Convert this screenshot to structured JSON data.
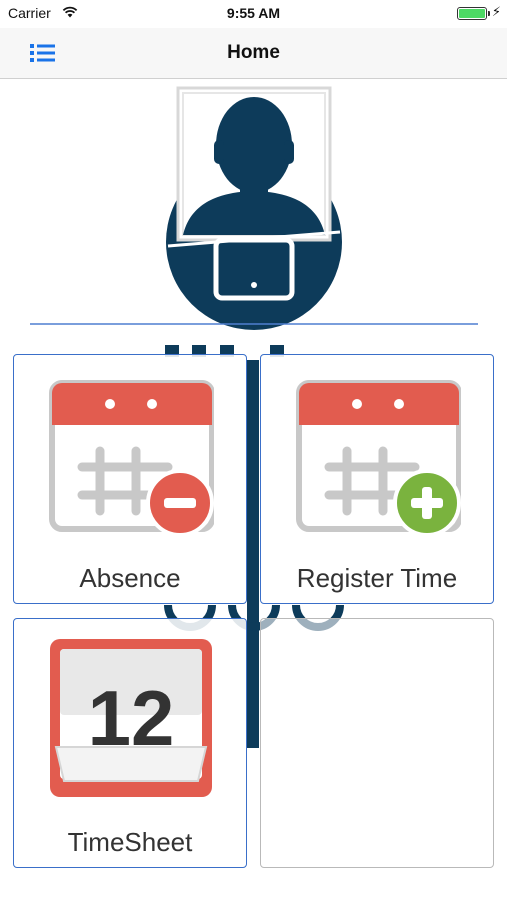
{
  "status_bar": {
    "carrier": "Carrier",
    "time": "9:55 AM",
    "battery_color": "#4cd964"
  },
  "nav": {
    "title": "Home",
    "menu_icon": "list-icon",
    "accent": "#1a73e8"
  },
  "tiles": [
    {
      "label": "Absence",
      "icon": "calendar-minus-icon",
      "badge_color": "#e25c4f"
    },
    {
      "label": "Register Time",
      "icon": "calendar-plus-icon",
      "badge_color": "#7ab33e"
    },
    {
      "label": "TimeSheet",
      "icon": "calendar-day-icon",
      "day": "12",
      "accent": "#e25c4f"
    },
    {
      "label": ""
    }
  ],
  "background_logo": {
    "icon": "person-with-tablet-logo",
    "color": "#0d3b5a"
  }
}
